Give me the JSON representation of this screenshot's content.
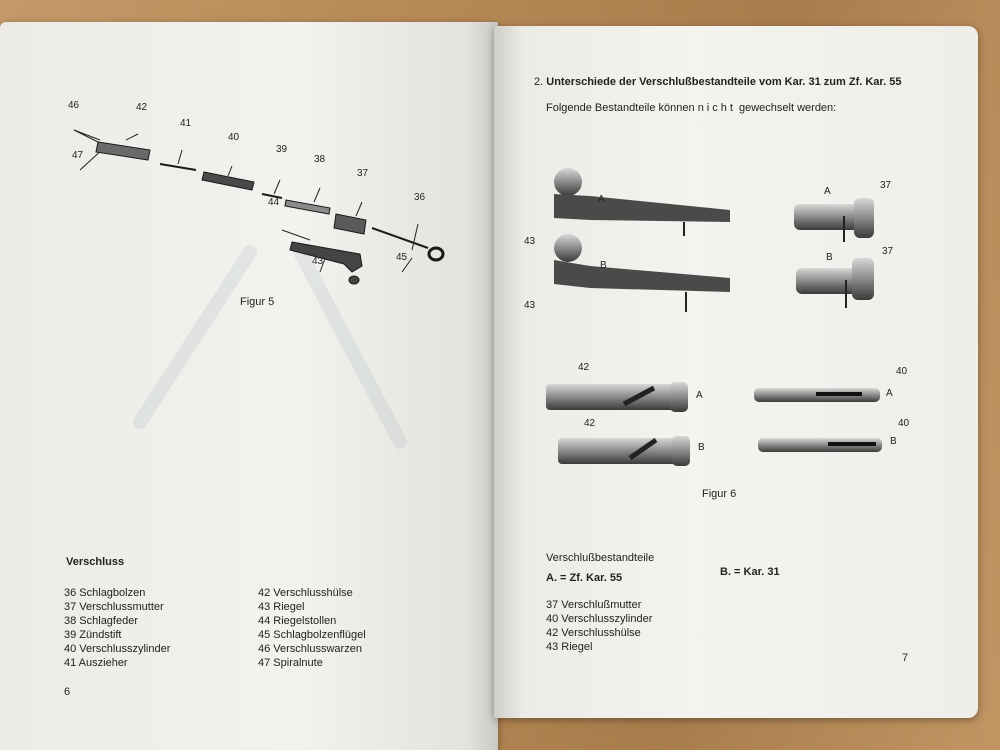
{
  "left_page": {
    "figure_caption": "Figur 5",
    "figure_labels": [
      "46",
      "42",
      "47",
      "41",
      "40",
      "39",
      "38",
      "37",
      "36",
      "44",
      "43",
      "45"
    ],
    "section_title": "Verschluss",
    "parts_col1": [
      "36 Schlagbolzen",
      "37 Verschlussmutter",
      "38 Schlagfeder",
      "39 Zündstift",
      "40 Verschlusszylinder",
      "41 Auszieher"
    ],
    "parts_col2": [
      "42 Verschlusshülse",
      "43 Riegel",
      "44 Riegelstollen",
      "45 Schlagbolzenflügel",
      "46 Verschlusswarzen",
      "47 Spiralnute"
    ],
    "page_number": "6"
  },
  "right_page": {
    "heading_number": "2.",
    "heading": "Unterschiede der Verschlußbestandteile vom Kar. 31 zum Zf. Kar. 55",
    "subheading_before": "Folgende Bestandteile können",
    "subheading_emph": "nicht",
    "subheading_after": "gewechselt werden:",
    "figure_caption": "Figur 6",
    "labels": {
      "a": "A",
      "b": "B",
      "n43": "43",
      "n37": "37",
      "n42": "42",
      "n40": "40"
    },
    "legend_title": "Verschlußbestandteile",
    "legend_a": "A. = Zf. Kar. 55",
    "legend_b": "B. = Kar. 31",
    "parts": [
      "37 Verschlußmutter",
      "40 Verschlusszylinder",
      "42 Verschlusshülse",
      "43 Riegel"
    ],
    "page_number": "7"
  }
}
